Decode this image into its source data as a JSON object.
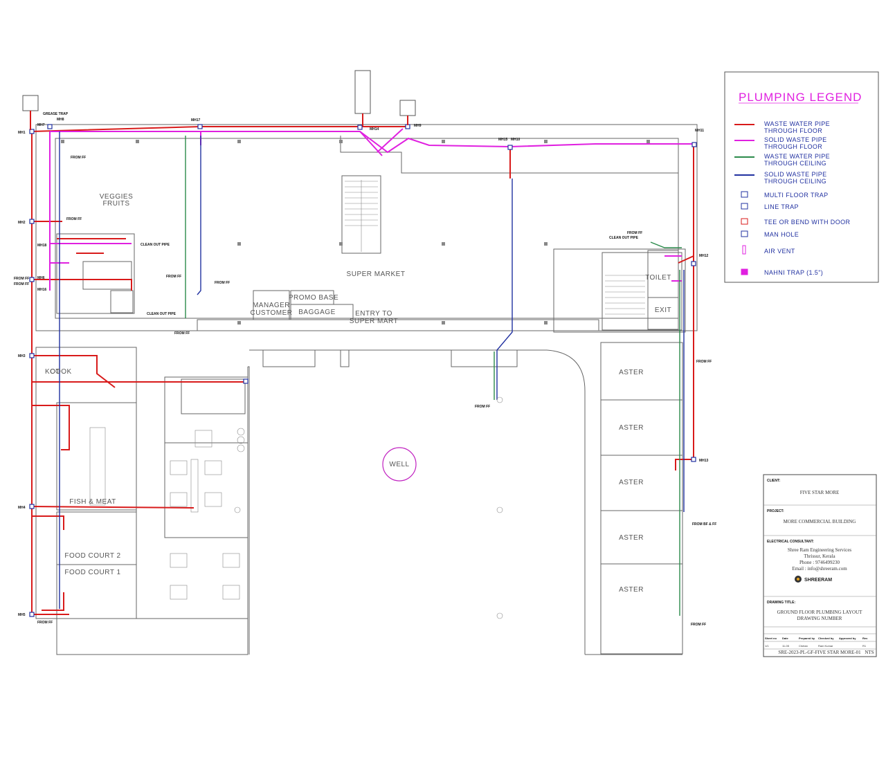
{
  "legend": {
    "title": "PLUMPING LEGEND",
    "items": [
      {
        "line1": "WASTE WATER PIPE",
        "line2": "THROUGH FLOOR",
        "symbol": "line",
        "color": "#d81a1a"
      },
      {
        "line1": "SOLID WASTE PIPE",
        "line2": "THROUGH FLOOR",
        "symbol": "line",
        "color": "#e020e0"
      },
      {
        "line1": "WASTE WATER PIPE",
        "line2": "THROUGH CEILING",
        "symbol": "line",
        "color": "#2a8a4a"
      },
      {
        "line1": "SOLID WASTE PIPE",
        "line2": "THROUGH CEILING",
        "symbol": "line",
        "color": "#2030a0"
      },
      {
        "line1": "MULTI FLOOR TRAP",
        "line2": "",
        "symbol": "multi-floor-trap",
        "color": "#2030a0"
      },
      {
        "line1": "LINE TRAP",
        "line2": "",
        "symbol": "line-trap",
        "color": "#2030a0"
      },
      {
        "line1": "TEE OR BEND WITH DOOR",
        "line2": "",
        "symbol": "tee-bend",
        "color": "#d81a1a"
      },
      {
        "line1": "MAN HOLE",
        "line2": "",
        "symbol": "man-hole",
        "color": "#2030a0"
      },
      {
        "line1": "AIR VENT",
        "line2": "",
        "symbol": "air-vent",
        "color": "#e020e0"
      },
      {
        "line1": "NAHNI TRAP (1.5\")",
        "line2": "",
        "symbol": "nahni-trap",
        "color": "#e020e0"
      }
    ]
  },
  "rooms": {
    "super_market": "SUPER MARKET",
    "veggies_line1": "VEGGIES",
    "veggies_line2": "FRUITS",
    "manager_line1": "MANAGER",
    "manager_line2": "CUSTOMER",
    "promo_base": "PROMO BASE",
    "baggage": "BAGGAGE",
    "entry_line1": "ENTRY TO",
    "entry_line2": "SUPER MART",
    "toilet": "TOILET",
    "exit": "EXIT",
    "well": "WELL",
    "fish_meat": "FISH & MEAT",
    "food_court_2": "FOOD COURT 2",
    "food_court_1": "FOOD COURT 1",
    "kot_line1": "KOT",
    "kot_line2": "COOK",
    "aster_1": "ASTER",
    "aster_2": "ASTER",
    "aster_3": "ASTER",
    "aster_4": "ASTER",
    "aster_5": "ASTER"
  },
  "annotations": {
    "from_ff": "FROM FF",
    "from_ff_bf": "FROM BF & FF",
    "clean_out_pipe": "CLEAN OUT PIPE",
    "grease_trap": "GREASE TRAP",
    "mh1": "MH1",
    "mh2": "MH2",
    "mh3": "MH3",
    "mh4": "MH4",
    "mh5": "MH5",
    "mh6": "MH6",
    "mh7": "MH7",
    "mh8": "MH8",
    "mh9": "MH9",
    "mh10": "MH10",
    "mh11": "MH11",
    "mh12": "MH12",
    "mh13": "MH13",
    "mh14": "MH14",
    "mh15": "MH15",
    "mh16": "MH16",
    "mh17": "MH17",
    "mh18": "MH18"
  },
  "title_block": {
    "client_label": "CLIENT:",
    "client": "FIVE STAR MORE",
    "project_label": "PROJECT:",
    "project": "MORE COMMERCIAL BUILDING",
    "consultant_label": "ELECTRICAL CONSULTANT:",
    "consultant_lines": [
      "Shree Ram Engineering Services",
      "Thrissur, Kerala",
      "Phone : 9746499230",
      "Email : info@shreeram.com"
    ],
    "logo_text": "SHREERAM",
    "drawing_title_label": "DRAWING TITLE:",
    "drawing_title_line1": "GROUND FLOOR PLUMBING LAYOUT",
    "drawing_title_line2": "DRAWING NUMBER",
    "table_headers": [
      "Sheet no",
      "Date",
      "Prepared by",
      "Checked by",
      "Approved by",
      "Rev"
    ],
    "table_values": [
      "1/1",
      "11-05",
      "Chetan",
      "Ram Kumar",
      "",
      "R1"
    ],
    "drawing_number": "SRE-2023-PL-GF-FIVE STAR MORE-01",
    "scale": "NTS"
  },
  "colors": {
    "waste_floor": "#d81a1a",
    "solid_floor": "#e020e0",
    "waste_ceiling": "#2a8a4a",
    "solid_ceiling": "#2030a0",
    "walls": "#666666"
  }
}
